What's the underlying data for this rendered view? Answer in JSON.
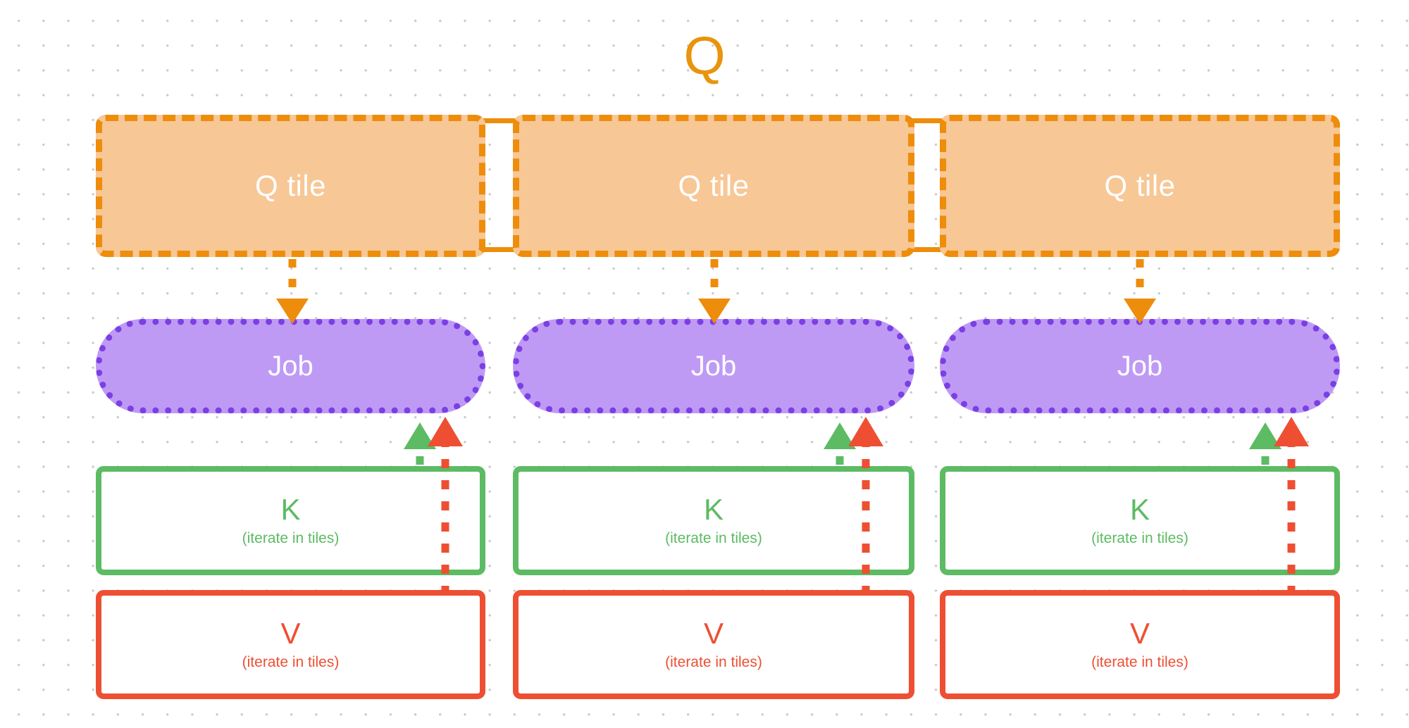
{
  "diagram": {
    "title": "Q",
    "title_color": "#E8940C",
    "colors": {
      "q_orange": "#EE8C0B",
      "q_fill": "#F7C795",
      "job_purple_border": "#7B3FE4",
      "job_purple_fill": "#BE9AF5",
      "k_green": "#5CBB63",
      "v_red": "#EE4F33",
      "background": "#ffffff",
      "dot_grid": "#c9c9c9"
    },
    "columns": [
      {
        "q_tile_label": "Q tile",
        "job_label": "Job",
        "k_letter": "K",
        "k_sub": "(iterate in tiles)",
        "v_letter": "V",
        "v_sub": "(iterate in tiles)"
      },
      {
        "q_tile_label": "Q tile",
        "job_label": "Job",
        "k_letter": "K",
        "k_sub": "(iterate in tiles)",
        "v_letter": "V",
        "v_sub": "(iterate in tiles)"
      },
      {
        "q_tile_label": "Q tile",
        "job_label": "Job",
        "k_letter": "K",
        "k_sub": "(iterate in tiles)",
        "v_letter": "V",
        "v_sub": "(iterate in tiles)"
      }
    ],
    "arrows": {
      "q_to_job": {
        "color": "#EE8C0B",
        "style": "dotted",
        "direction": "down"
      },
      "k_to_job": {
        "color": "#5CBB63",
        "style": "dotted",
        "direction": "up"
      },
      "v_to_job": {
        "color": "#EE4F33",
        "style": "dotted",
        "direction": "up"
      }
    }
  }
}
